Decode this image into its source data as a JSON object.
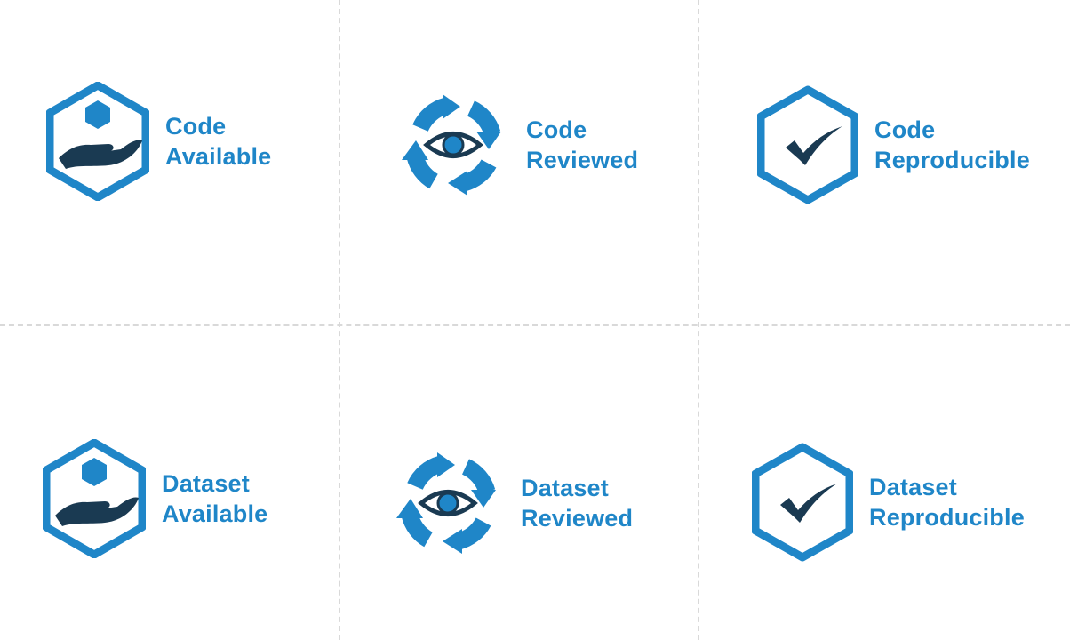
{
  "colors": {
    "blue": "#1f86c8",
    "dark_navy": "#1a3a52",
    "divider": "#d9d9d9"
  },
  "badges": [
    {
      "icon": "hand-holding-cube-icon",
      "line1": "Code",
      "line2": "Available"
    },
    {
      "icon": "eye-cycle-icon",
      "line1": "Code",
      "line2": "Reviewed"
    },
    {
      "icon": "checkmark-hexagon-icon",
      "line1": "Code",
      "line2": "Reproducible"
    },
    {
      "icon": "hand-holding-cube-icon",
      "line1": "Dataset",
      "line2": "Available"
    },
    {
      "icon": "eye-cycle-icon",
      "line1": "Dataset",
      "line2": "Reviewed"
    },
    {
      "icon": "checkmark-hexagon-icon",
      "line1": "Dataset",
      "line2": "Reproducible"
    }
  ]
}
